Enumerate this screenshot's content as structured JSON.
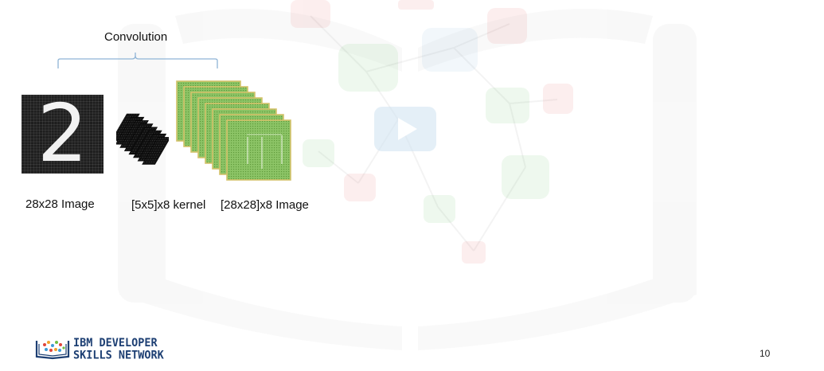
{
  "diagram": {
    "bracket_label": "Convolution",
    "digit_glyph": "2",
    "labels": {
      "input": "28x28 Image",
      "kernel": "[5x5]x8 kernel",
      "output": "[28x28]x8 Image"
    }
  },
  "footer": {
    "logo_line1": "IBM DEVELOPER",
    "logo_line2": "SKILLS NETWORK",
    "page_number": "10"
  },
  "colors": {
    "feature_map_fill": "#8cc466",
    "feature_map_border": "#d4c26a",
    "bracket": "#8fb4d6",
    "logo_text": "#1d3f73"
  }
}
